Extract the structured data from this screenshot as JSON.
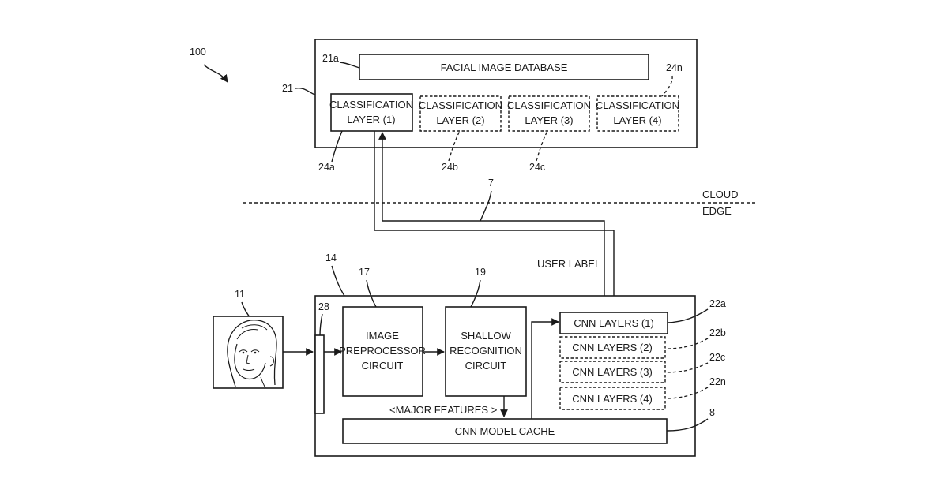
{
  "figure": {
    "ref_system": "100",
    "cloud": {
      "ref": "21",
      "database": {
        "ref": "21a",
        "label": "FACIAL IMAGE DATABASE"
      },
      "classification_layers": [
        {
          "ref": "24a",
          "line1": "CLASSIFICATION",
          "line2": "LAYER (1)",
          "style": "solid"
        },
        {
          "ref": "24b",
          "line1": "CLASSIFICATION",
          "line2": "LAYER (2)",
          "style": "dashed"
        },
        {
          "ref": "24c",
          "line1": "CLASSIFICATION",
          "line2": "LAYER (3)",
          "style": "dashed"
        },
        {
          "ref": "24n",
          "line1": "CLASSIFICATION",
          "line2": "LAYER (4)",
          "style": "dashed"
        }
      ]
    },
    "boundary": {
      "top_label": "CLOUD",
      "bottom_label": "EDGE"
    },
    "link": {
      "ref": "7",
      "label": "USER LABEL"
    },
    "edge_device": {
      "ref": "14",
      "input_image_ref": "11",
      "buffer_ref": "28",
      "preprocessor": {
        "ref": "17",
        "lines": [
          "IMAGE",
          "PREPROCESSOR",
          "CIRCUIT"
        ]
      },
      "shallow": {
        "ref": "19",
        "lines": [
          "SHALLOW",
          "RECOGNITION",
          "CIRCUIT"
        ]
      },
      "features_label": "<MAJOR FEATURES >",
      "cnn_layers": [
        {
          "ref": "22a",
          "label": "CNN LAYERS (1)",
          "style": "solid"
        },
        {
          "ref": "22b",
          "label": "CNN LAYERS (2)",
          "style": "dashed"
        },
        {
          "ref": "22c",
          "label": "CNN LAYERS (3)",
          "style": "dashed"
        },
        {
          "ref": "22n",
          "label": "CNN LAYERS (4)",
          "style": "dashed"
        }
      ],
      "cache": {
        "ref": "8",
        "label": "CNN MODEL CACHE"
      }
    }
  }
}
